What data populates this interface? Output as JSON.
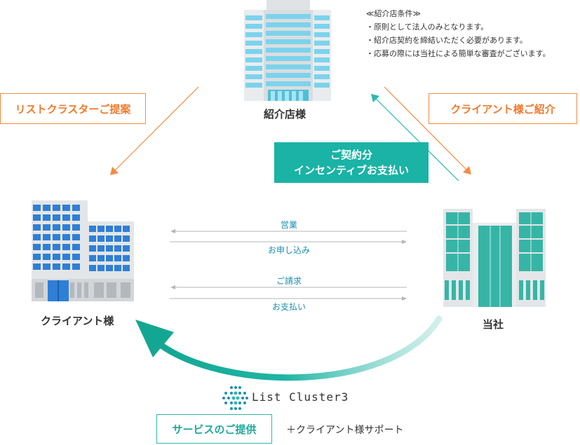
{
  "nodes": {
    "agency": "紹介店様",
    "client": "クライアント様",
    "company": "当社"
  },
  "conditions": {
    "title": "≪紹介店条件≫",
    "items": [
      "・原則として法人のみとなります。",
      "・紹介店契約を締結いただく必要があります。",
      "・応募の際には当社による簡単な審査がございます。"
    ]
  },
  "edges": {
    "list_proposal": "リストクラスターご提案",
    "client_intro": "クライアント様ご紹介",
    "incentive": [
      "ご契約分",
      "インセンティブお支払い"
    ],
    "sales": "営業",
    "apply": "お申し込み",
    "billing": "ご請求",
    "payment": "お支払い"
  },
  "footer": {
    "logo_text": "List Cluster3",
    "service": "サービスのご提供",
    "support": "＋クライアント様サポート"
  },
  "colors": {
    "orange": "#f08c42",
    "teal": "#1ab3a6",
    "client_blue": "#2f7fd6",
    "agency_cyan": "#7cd3ec",
    "company_green": "#36b5a6"
  }
}
